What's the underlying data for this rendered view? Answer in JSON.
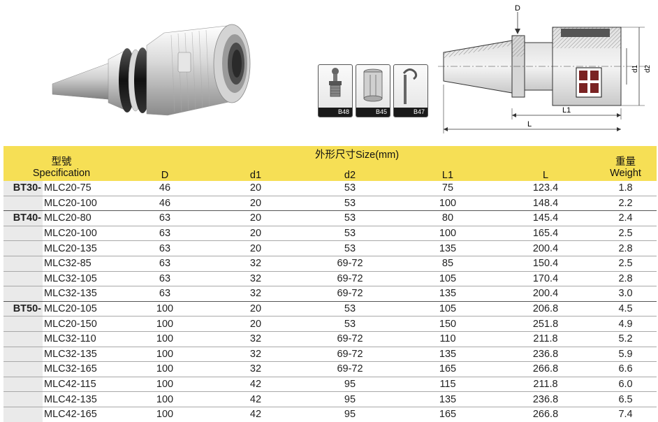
{
  "accessories": [
    {
      "label": "B48",
      "icon": "pull-stud-icon"
    },
    {
      "label": "B45",
      "icon": "collet-sleeve-icon"
    },
    {
      "label": "B47",
      "icon": "hook-wrench-icon"
    }
  ],
  "drawing": {
    "labels": {
      "D": "D",
      "d1": "d1",
      "d2": "d2",
      "L1": "L1",
      "L": "L"
    }
  },
  "table": {
    "header": {
      "spec_zh": "型號",
      "spec_en": "Specification",
      "size_title": "外形尺寸Size(mm)",
      "weight_zh": "重量",
      "weight_en": "Weight",
      "columns": [
        "D",
        "d1",
        "d2",
        "L1",
        "L"
      ]
    },
    "rows": [
      {
        "prefix": "BT30-",
        "model": "MLC20-75",
        "D": "46",
        "d1": "20",
        "d2": "53",
        "L1": "75",
        "L": "123.4",
        "weight": "1.8"
      },
      {
        "prefix": "",
        "model": "MLC20-100",
        "D": "46",
        "d1": "20",
        "d2": "53",
        "L1": "100",
        "L": "148.4",
        "weight": "2.2"
      },
      {
        "prefix": "BT40-",
        "model": "MLC20-80",
        "D": "63",
        "d1": "20",
        "d2": "53",
        "L1": "80",
        "L": "145.4",
        "weight": "2.4"
      },
      {
        "prefix": "",
        "model": "MLC20-100",
        "D": "63",
        "d1": "20",
        "d2": "53",
        "L1": "100",
        "L": "165.4",
        "weight": "2.5"
      },
      {
        "prefix": "",
        "model": "MLC20-135",
        "D": "63",
        "d1": "20",
        "d2": "53",
        "L1": "135",
        "L": "200.4",
        "weight": "2.8"
      },
      {
        "prefix": "",
        "model": "MLC32-85",
        "D": "63",
        "d1": "32",
        "d2": "69-72",
        "L1": "85",
        "L": "150.4",
        "weight": "2.5"
      },
      {
        "prefix": "",
        "model": "MLC32-105",
        "D": "63",
        "d1": "32",
        "d2": "69-72",
        "L1": "105",
        "L": "170.4",
        "weight": "2.8"
      },
      {
        "prefix": "",
        "model": "MLC32-135",
        "D": "63",
        "d1": "32",
        "d2": "69-72",
        "L1": "135",
        "L": "200.4",
        "weight": "3.0"
      },
      {
        "prefix": "BT50-",
        "model": "MLC20-105",
        "D": "100",
        "d1": "20",
        "d2": "53",
        "L1": "105",
        "L": "206.8",
        "weight": "4.5"
      },
      {
        "prefix": "",
        "model": "MLC20-150",
        "D": "100",
        "d1": "20",
        "d2": "53",
        "L1": "150",
        "L": "251.8",
        "weight": "4.9"
      },
      {
        "prefix": "",
        "model": "MLC32-110",
        "D": "100",
        "d1": "32",
        "d2": "69-72",
        "L1": "110",
        "L": "211.8",
        "weight": "5.2"
      },
      {
        "prefix": "",
        "model": "MLC32-135",
        "D": "100",
        "d1": "32",
        "d2": "69-72",
        "L1": "135",
        "L": "236.8",
        "weight": "5.9"
      },
      {
        "prefix": "",
        "model": "MLC32-165",
        "D": "100",
        "d1": "32",
        "d2": "69-72",
        "L1": "165",
        "L": "266.8",
        "weight": "6.6"
      },
      {
        "prefix": "",
        "model": "MLC42-115",
        "D": "100",
        "d1": "42",
        "d2": "95",
        "L1": "115",
        "L": "211.8",
        "weight": "6.0"
      },
      {
        "prefix": "",
        "model": "MLC42-135",
        "D": "100",
        "d1": "42",
        "d2": "95",
        "L1": "135",
        "L": "236.8",
        "weight": "6.5"
      },
      {
        "prefix": "",
        "model": "MLC42-165",
        "D": "100",
        "d1": "42",
        "d2": "95",
        "L1": "165",
        "L": "266.8",
        "weight": "7.4"
      }
    ]
  }
}
